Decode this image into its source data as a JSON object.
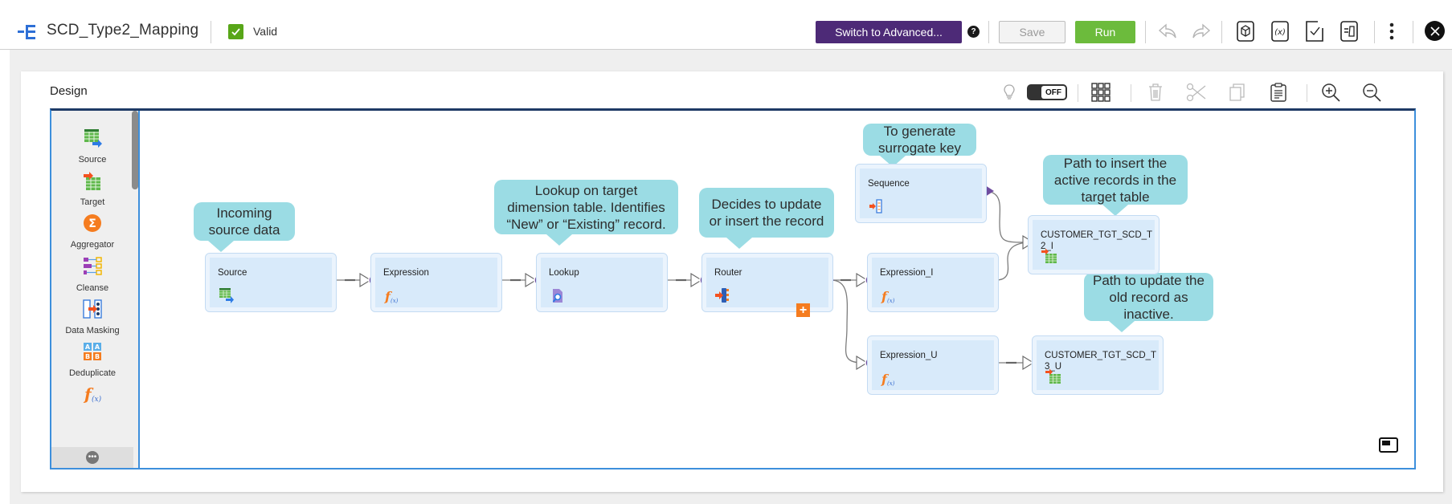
{
  "header": {
    "mapping_name": "SCD_Type2_Mapping",
    "status_label": "Valid",
    "status_color": "#58a618",
    "switch_advanced_label": "Switch to Advanced...",
    "help_label": "?",
    "save_label": "Save",
    "run_label": "Run",
    "icons": [
      "undo-icon",
      "redo-icon",
      "package-icon",
      "parameters-icon",
      "validate-icon",
      "field-mapping-icon",
      "more-vertical-icon",
      "close-icon"
    ]
  },
  "design": {
    "title": "Design",
    "toggle_state": "OFF",
    "toolbar_icons": [
      "recommendation-lightbulb-icon",
      "arrange-all-grid-icon",
      "delete-icon",
      "cut-icon",
      "copy-icon",
      "paste-icon",
      "zoom-in-icon",
      "zoom-out-icon"
    ]
  },
  "palette": {
    "items": [
      {
        "label": "Source",
        "icon": "source-icon"
      },
      {
        "label": "Target",
        "icon": "target-icon"
      },
      {
        "label": "Aggregator",
        "icon": "aggregator-icon"
      },
      {
        "label": "Cleanse",
        "icon": "cleanse-icon"
      },
      {
        "label": "Data Masking",
        "icon": "data-masking-icon"
      },
      {
        "label": "Deduplicate",
        "icon": "deduplicate-icon"
      },
      {
        "label": "",
        "icon": "expression-icon"
      }
    ],
    "more_label": "•••"
  },
  "nodes": [
    {
      "id": "source",
      "label": "Source",
      "icon": "source-icon"
    },
    {
      "id": "expression",
      "label": "Expression",
      "icon": "expression-icon"
    },
    {
      "id": "lookup",
      "label": "Lookup",
      "icon": "lookup-icon"
    },
    {
      "id": "router",
      "label": "Router",
      "icon": "router-icon"
    },
    {
      "id": "sequence",
      "label": "Sequence",
      "icon": "sequence-icon"
    },
    {
      "id": "expression_i",
      "label": "Expression_I",
      "icon": "expression-icon"
    },
    {
      "id": "expression_u",
      "label": "Expression_U",
      "icon": "expression-icon"
    },
    {
      "id": "target_i",
      "label": "CUSTOMER_TGT_SCD_T2_I",
      "icon": "target-icon"
    },
    {
      "id": "target_u",
      "label": "CUSTOMER_TGT_SCD_T3_U",
      "icon": "target-icon"
    }
  ],
  "callouts": {
    "source": "Incoming source data",
    "lookup": "Lookup on target dimension table. Identifies “New” or “Existing” record.",
    "router": "Decides to update or insert the record",
    "sequence": "To generate surrogate key",
    "target_i": "Path to insert the active records in the target table",
    "target_u": "Path to update the old record as inactive."
  },
  "colors": {
    "primary_purple": "#4d2a77",
    "run_green": "#6cbb3c",
    "port_purple": "#6f4c9f",
    "node_fill": "#d8eafa",
    "callout_fill": "#9bdce4",
    "canvas_border": "#3d8fdc",
    "add_group_orange": "#f57c1f"
  }
}
